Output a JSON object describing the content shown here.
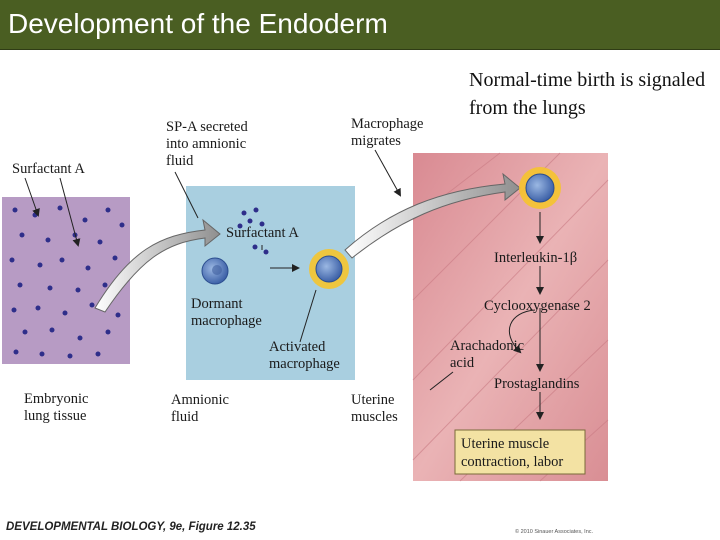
{
  "slide": {
    "title": "Development of the Endoderm",
    "caption": "Normal-time birth is signaled from the lungs"
  },
  "diagram": {
    "labels": {
      "surfactant_a_top": "Surfactant A",
      "sp_a_line1": "SP-A secreted",
      "sp_a_line2": "into amnionic",
      "sp_a_line3": "fluid",
      "macrophage_migrates_line1": "Macrophage",
      "macrophage_migrates_line2": "migrates",
      "surfactant_a_mid": "Surfactant A",
      "dormant_line1": "Dormant",
      "dormant_line2": "macrophage",
      "activated_line1": "Activated",
      "activated_line2": "macrophage",
      "embryonic_line1": "Embryonic",
      "embryonic_line2": "lung tissue",
      "amnionic_line1": "Amnionic",
      "amnionic_line2": "fluid",
      "uterine_line1": "Uterine",
      "uterine_line2": "muscles"
    },
    "pathway": {
      "step1": "Interleukin-1β",
      "step2": "Cyclooxygenase 2",
      "arachidonic_line1": "Arachadonic",
      "arachidonic_line2": "acid",
      "step3": "Prostaglandins",
      "outcome_line1": "Uterine muscle",
      "outcome_line2": "contraction, labor"
    },
    "colors": {
      "lung_tissue": "#b79bc4",
      "amnionic_fluid": "#a9cfe0",
      "uterine_muscle": "#e0a3a6",
      "surfactant_dot": "#2e2e8a",
      "outcome_box": "#f3e2a3",
      "title_bar": "#4a5e22"
    }
  },
  "footer": {
    "source": "DEVELOPMENTAL BIOLOGY, 9e, Figure 12.35",
    "copyright": "© 2010 Sinauer Associates, Inc."
  }
}
